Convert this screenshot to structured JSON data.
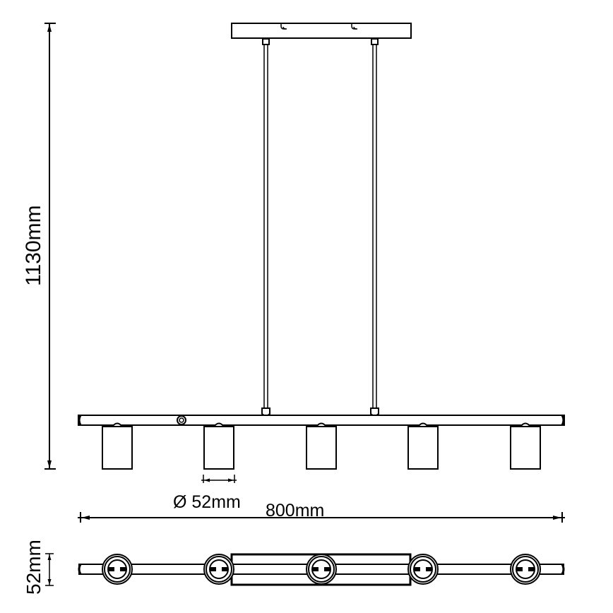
{
  "drawing": {
    "title": "Pendant light technical drawing - 5 spotlights on horizontal bar",
    "line_color": "#000000",
    "background": "#ffffff"
  },
  "dimensions": {
    "height": {
      "label": "1130mm",
      "value": 1130,
      "unit": "mm"
    },
    "width": {
      "label": "800mm",
      "value": 800,
      "unit": "mm"
    },
    "shade_diameter": {
      "label": "Ø 52mm",
      "value": 52,
      "unit": "mm"
    },
    "depth": {
      "label": "52mm",
      "value": 52,
      "unit": "mm"
    }
  },
  "components": {
    "canopy": "ceiling-canopy",
    "suspension_rods": 2,
    "spot_count": 5
  }
}
